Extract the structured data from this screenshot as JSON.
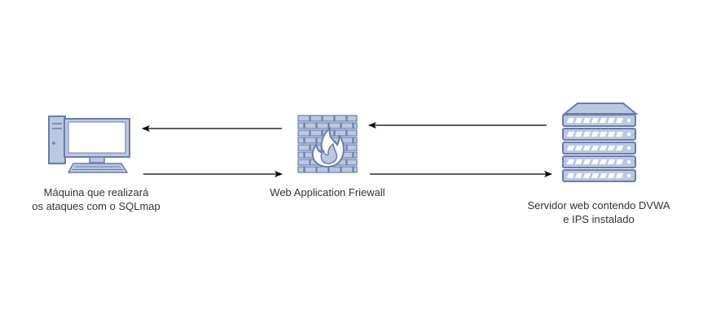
{
  "colors": {
    "icon_fill": "#bac8e0",
    "icon_stroke": "#6a7bad",
    "screen": "#ffffff",
    "arrow": "#000000",
    "text": "#333333"
  },
  "nodes": {
    "attacker": {
      "icon": "desktop-computer-icon",
      "label_lines": [
        "Máquina que realizará",
        "os ataques com o SQLmap"
      ]
    },
    "waf": {
      "icon": "firewall-icon",
      "label_lines": [
        "Web Application Friewall"
      ]
    },
    "server": {
      "icon": "server-rack-icon",
      "label_lines": [
        "Servidor web contendo DVWA",
        "e IPS instalado"
      ]
    }
  },
  "edges": [
    {
      "from": "waf",
      "to": "attacker"
    },
    {
      "from": "attacker",
      "to": "waf"
    },
    {
      "from": "server",
      "to": "waf"
    },
    {
      "from": "waf",
      "to": "server"
    }
  ]
}
